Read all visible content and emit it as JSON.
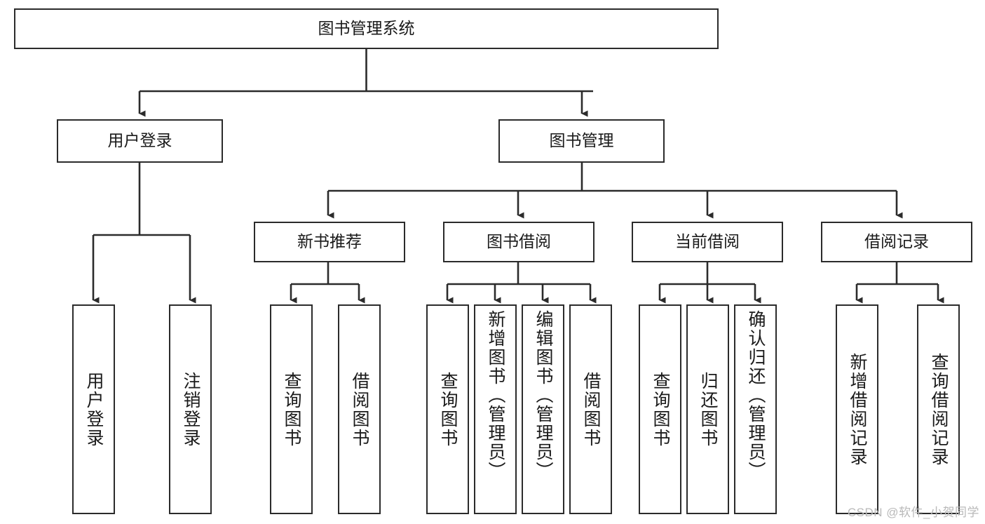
{
  "diagram": {
    "title": "图书管理系统",
    "watermark": "CSDN @软件_小贺同学",
    "levels": {
      "root": {
        "label": "图书管理系统"
      },
      "level2": [
        {
          "label": "用户登录"
        },
        {
          "label": "图书管理"
        }
      ],
      "level3": [
        {
          "label": "新书推荐"
        },
        {
          "label": "图书借阅"
        },
        {
          "label": "当前借阅"
        },
        {
          "label": "借阅记录"
        }
      ],
      "leaves": [
        {
          "label": "用户登录",
          "parent": "用户登录"
        },
        {
          "label": "注销登录",
          "parent": "用户登录"
        },
        {
          "label": "查询图书",
          "parent": "新书推荐"
        },
        {
          "label": "借阅图书",
          "parent": "新书推荐"
        },
        {
          "label": "查询图书",
          "parent": "图书借阅"
        },
        {
          "label": "新增图书（管理员）",
          "parent": "图书借阅"
        },
        {
          "label": "编辑图书（管理员）",
          "parent": "图书借阅"
        },
        {
          "label": "借阅图书",
          "parent": "图书借阅"
        },
        {
          "label": "查询图书",
          "parent": "当前借阅"
        },
        {
          "label": "归还图书",
          "parent": "当前借阅"
        },
        {
          "label": "确认归还（管理员）",
          "parent": "当前借阅"
        },
        {
          "label": "新增借阅记录",
          "parent": "借阅记录"
        },
        {
          "label": "查询借阅记录",
          "parent": "借阅记录"
        }
      ]
    },
    "colors": {
      "border": "#2b2b2b",
      "background": "#ffffff",
      "text": "#1a1a1a",
      "watermark": "#b9b9b9"
    }
  }
}
